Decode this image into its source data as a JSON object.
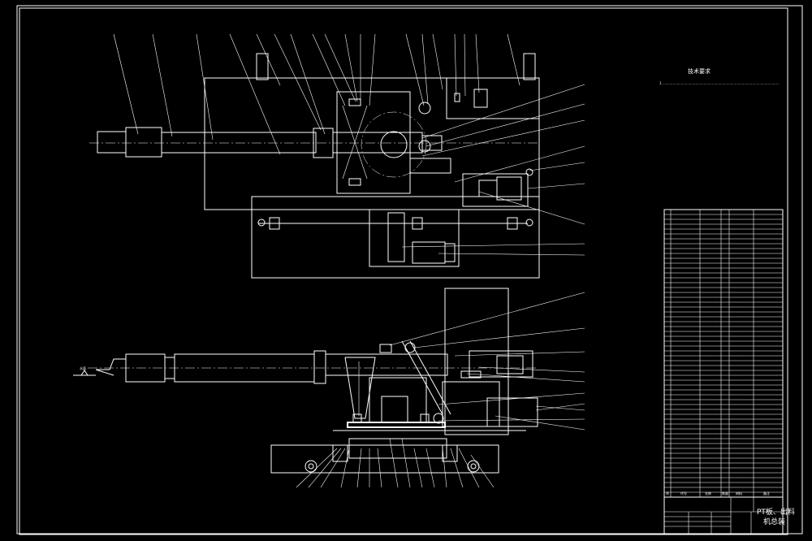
{
  "drawing": {
    "tech_req_title": "技术要求",
    "tech_req_line": "1. ................................................................................................................",
    "title_block_name_line1": "PT板、出料",
    "title_block_name_line2": "机总装",
    "water_level_mark": "水面",
    "colors": {
      "background": "#000000",
      "lines": "#ffffff"
    }
  },
  "parts_table": {
    "header": [
      "序",
      "代号",
      "名称",
      "数量",
      "材料",
      "备注"
    ]
  }
}
